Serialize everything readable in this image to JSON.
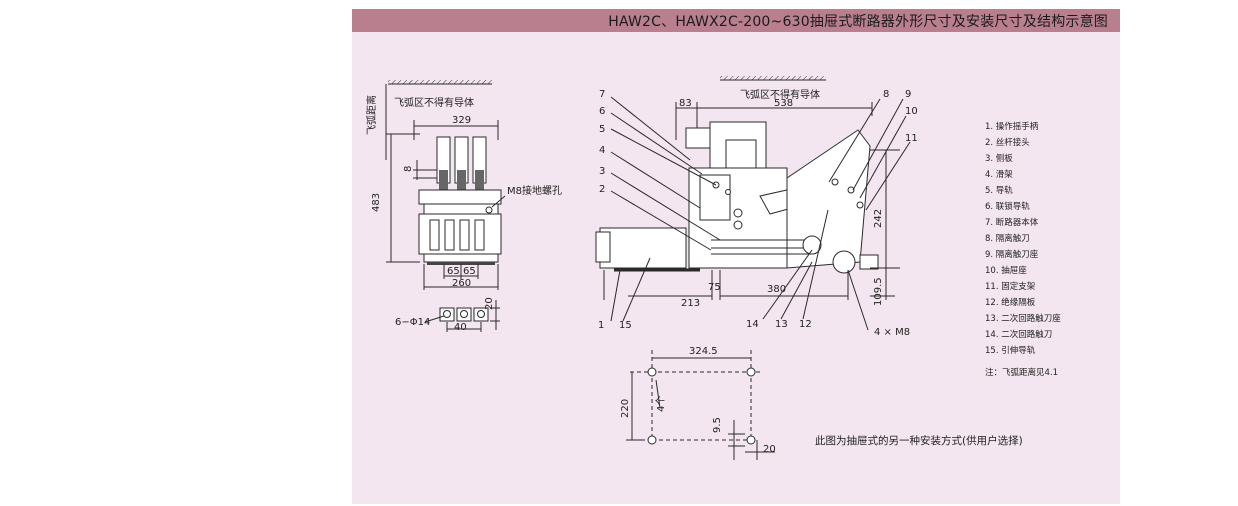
{
  "title": "HAW2C、HAWX2C-200~630抽屉式断路器外形尺寸及安装尺寸及结构示意图",
  "colors": {
    "title_bar": "#b97f8f",
    "sheet": "#f3e6f0",
    "line": "#2a2a2a",
    "fill": "#ffffff",
    "dark_fill": "#555555"
  },
  "front_view": {
    "arc_zone": "飞弧区不得有导体",
    "arc_distance": "飞弧距离",
    "dims": {
      "width_top": "329",
      "height": "483",
      "gap": "8",
      "spacing1": "65",
      "spacing2": "65",
      "width_bottom": "260"
    },
    "ground_hole": "M8接地螺孔"
  },
  "foot_detail": {
    "holes": "6−Φ14",
    "pitch": "40",
    "height": "20"
  },
  "side_view": {
    "arc_zone": "飞弧区不得有导体",
    "dims": {
      "d83": "83",
      "d538": "538",
      "d242": "242",
      "d109": "109.5",
      "d213": "213",
      "d75": "75",
      "d380": "380"
    },
    "bolts": "4 × M8",
    "callouts": [
      "7",
      "6",
      "5",
      "4",
      "3",
      "2",
      "1",
      "15",
      "14",
      "13",
      "12",
      "8",
      "9",
      "10",
      "11"
    ]
  },
  "mount_plan": {
    "dims": {
      "width": "324.5",
      "height": "220",
      "d95": "9.5",
      "d20": "20"
    },
    "count": "4个",
    "note": "此图为抽屉式的另一种安装方式(供用户选择)"
  },
  "legend": {
    "items": [
      "1. 操作摇手柄",
      "2. 丝杆接头",
      "3. 侧板",
      "4. 滑架",
      "5. 导轨",
      "6. 联锁导轨",
      "7. 断路器本体",
      "8. 隔离触刀",
      "9. 隔离触刀座",
      "10. 抽屉座",
      "11. 固定支架",
      "12. 绝缘隔板",
      "13. 二次回路触刀座",
      "14. 二次回路触刀",
      "15. 引伸导轨"
    ],
    "note": "注：飞弧距离见4.1"
  }
}
